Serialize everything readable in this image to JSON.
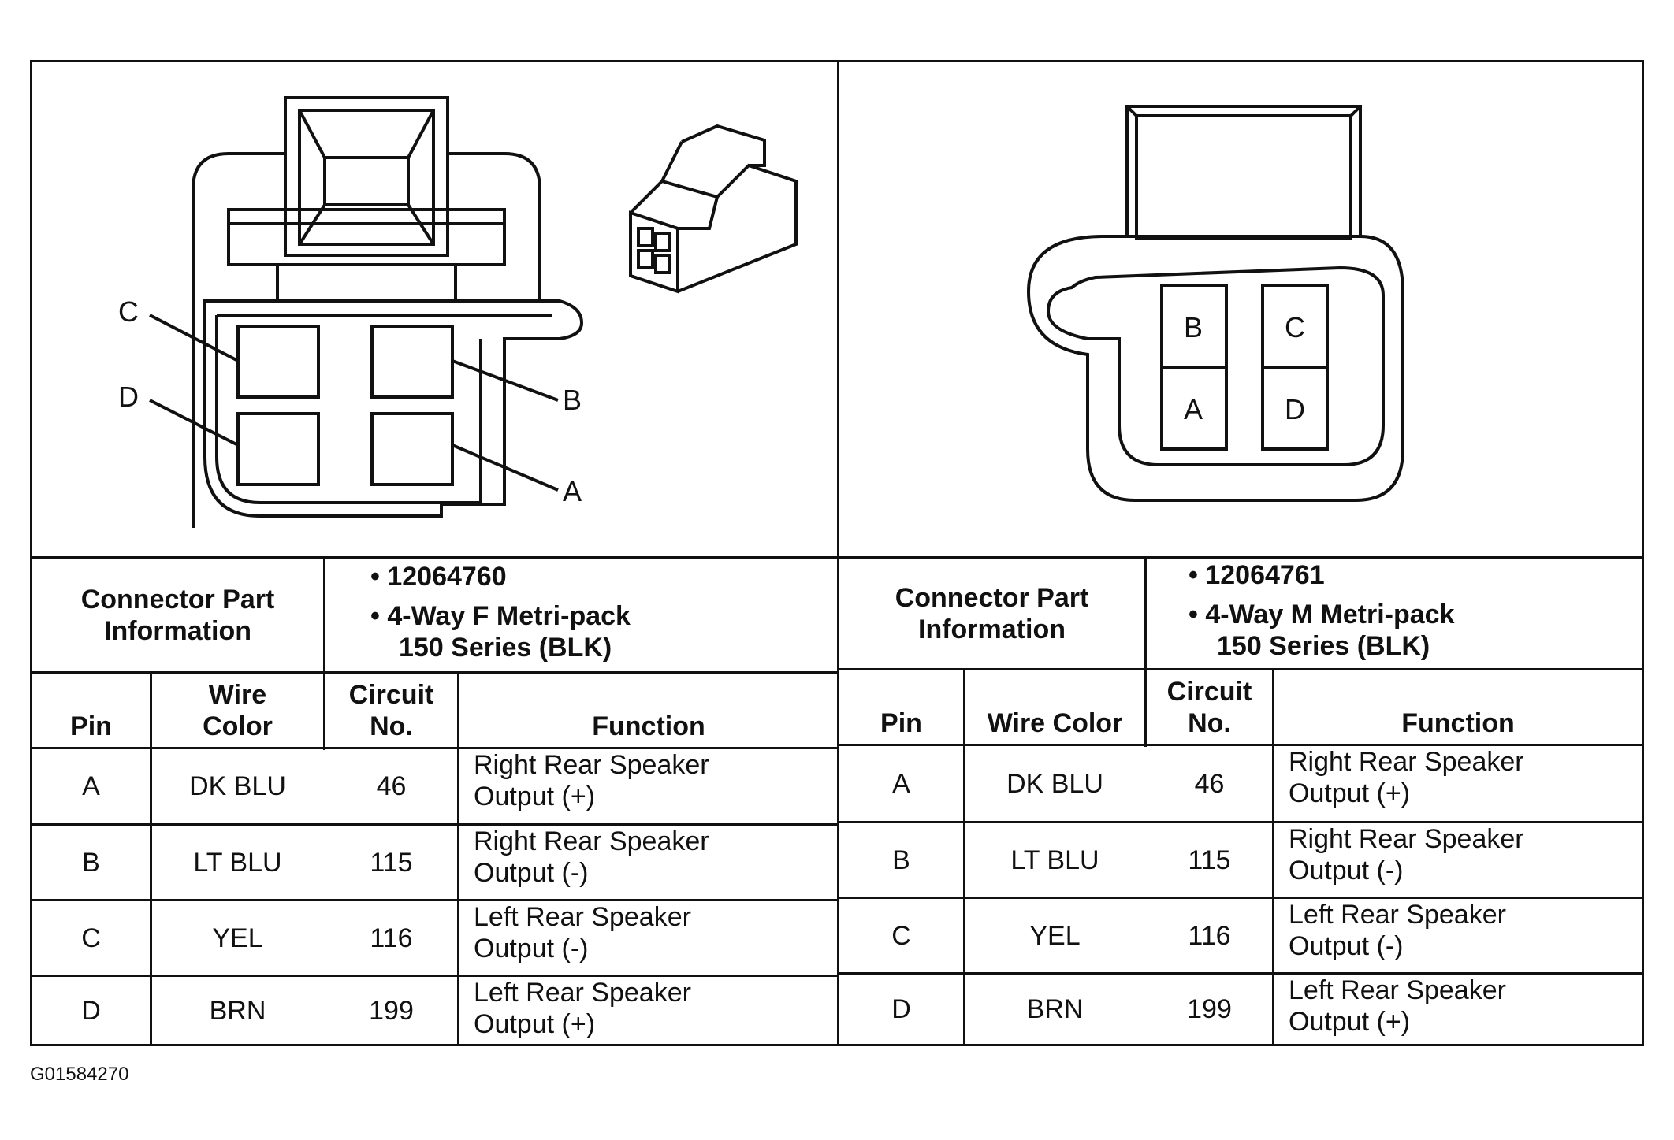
{
  "left": {
    "diagram_labels": [
      "C",
      "D",
      "B",
      "A"
    ],
    "connector_info_label": "Connector Part Information",
    "part_number": "• 12064760",
    "part_desc_1": "• 4-Way F Metri-pack",
    "part_desc_2": "150 Series (BLK)",
    "columns": [
      "Pin",
      "Wire Color",
      "Circuit No.",
      "Function"
    ],
    "rows": [
      {
        "pin": "A",
        "color": "DK BLU",
        "circuit": "46",
        "func1": "Right Rear Speaker",
        "func2": "Output (+)"
      },
      {
        "pin": "B",
        "color": "LT BLU",
        "circuit": "115",
        "func1": "Right Rear Speaker",
        "func2": "Output (-)"
      },
      {
        "pin": "C",
        "color": "YEL",
        "circuit": "116",
        "func1": "Left Rear Speaker",
        "func2": "Output (-)"
      },
      {
        "pin": "D",
        "color": "BRN",
        "circuit": "199",
        "func1": "Left Rear Speaker",
        "func2": "Output (+)"
      }
    ]
  },
  "right": {
    "diagram_labels": [
      "B",
      "C",
      "A",
      "D"
    ],
    "connector_info_label": "Connector Part Information",
    "part_number": "• 12064761",
    "part_desc_1": "• 4-Way M Metri-pack",
    "part_desc_2": "150 Series (BLK)",
    "columns": [
      "Pin",
      "Wire Color",
      "Circuit No.",
      "Function"
    ],
    "rows": [
      {
        "pin": "A",
        "color": "DK BLU",
        "circuit": "46",
        "func1": "Right Rear Speaker",
        "func2": "Output (+)"
      },
      {
        "pin": "B",
        "color": "LT BLU",
        "circuit": "115",
        "func1": "Right Rear Speaker",
        "func2": "Output (-)"
      },
      {
        "pin": "C",
        "color": "YEL",
        "circuit": "116",
        "func1": "Left Rear Speaker",
        "func2": "Output (-)"
      },
      {
        "pin": "D",
        "color": "BRN",
        "circuit": "199",
        "func1": "Left Rear Speaker",
        "func2": "Output (+)"
      }
    ]
  },
  "caption": "G01584270"
}
